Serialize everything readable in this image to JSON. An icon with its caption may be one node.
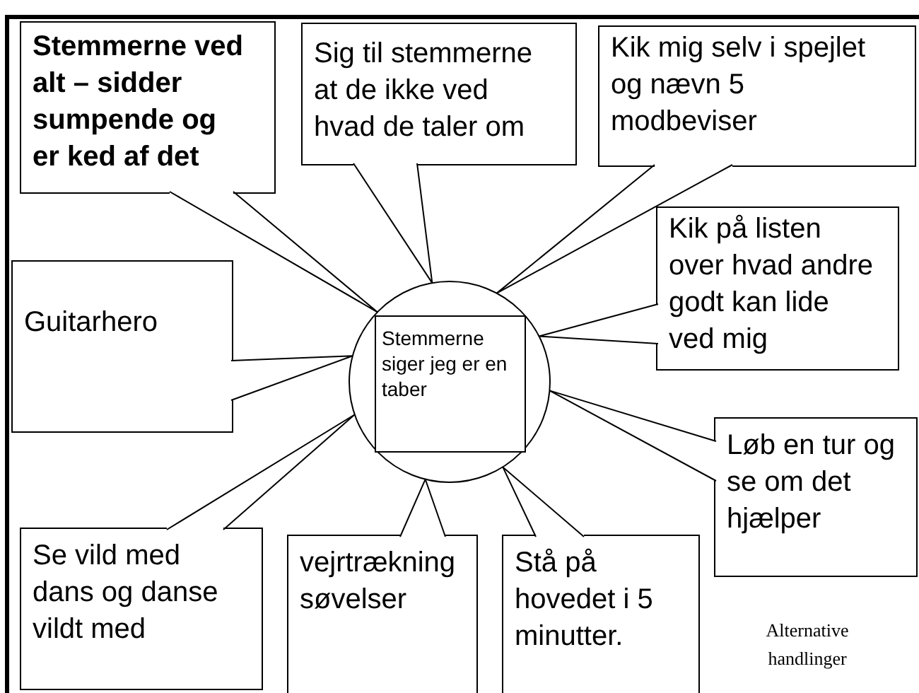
{
  "diagram": {
    "nodes": [
      {
        "text": [],
        "shape": "circle"
      },
      {
        "text": [
          "Stemmerne siger jeg er en taber"
        ],
        "in": 0
      },
      {
        "text": [
          "Stemmerne ved alt – sidder sumpende og er ked af det"
        ]
      },
      {
        "text": [
          "Sig til stemmerne at de ikke ved hvad de taler om"
        ]
      },
      {
        "text": [
          "Kik mig selv i spejlet og nævn 5 modbeviser"
        ]
      },
      {
        "text": [
          "Kik på listen over hvad andre godt kan lide ved mig"
        ]
      },
      {
        "text": [
          "Guitarhero"
        ]
      },
      {
        "text": [
          "Løb en tur og se om det hjælper"
        ]
      },
      {
        "text": [
          "Se vild med dans og danse vildt med"
        ]
      },
      {
        "text": [
          "vejrtrækning søvelser"
        ]
      },
      {
        "text": [
          "Stå på hovedet i 5 minutter."
        ]
      }
    ],
    "edges": [
      {
        "from": 2,
        "to": 0,
        "arrow": "none"
      },
      {
        "from": 3,
        "to": 0,
        "arrow": "none"
      },
      {
        "from": 4,
        "to": 0,
        "arrow": "none"
      },
      {
        "from": 5,
        "to": 0,
        "arrow": "none"
      },
      {
        "from": 6,
        "to": 0,
        "arrow": "none"
      },
      {
        "from": 7,
        "to": 0,
        "arrow": "none"
      },
      {
        "from": 8,
        "to": 0,
        "arrow": "none"
      },
      {
        "from": 9,
        "to": 0,
        "arrow": "none"
      },
      {
        "from": 10,
        "to": 0,
        "arrow": "none"
      }
    ],
    "labels": [
      "Alternative handlinger"
    ]
  }
}
